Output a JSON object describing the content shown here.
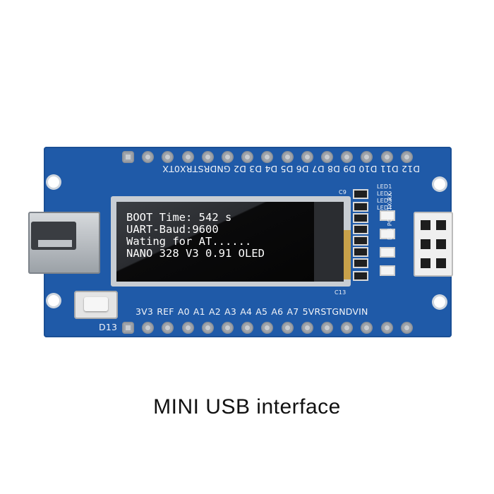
{
  "oled_lines": [
    "BOOT Time: 542 s",
    "UART-Baud:9600",
    "Wating for AT......",
    "NANO 328 V3 0.91 OLED"
  ],
  "top_pin_labels": [
    "D12",
    "D11",
    "D10",
    "D9",
    "D8",
    "D7",
    "D6",
    "D5",
    "D4",
    "D3",
    "D2",
    "GND",
    "RST",
    "RX0",
    "TX"
  ],
  "bottom_pin_labels": [
    "D13",
    "3V3",
    "REF",
    "A0",
    "A1",
    "A2",
    "A3",
    "A4",
    "A5",
    "A6",
    "A7",
    "5V",
    "RST",
    "GND",
    "VIN"
  ],
  "led_labels": [
    "LED1",
    "LED2",
    "LED3",
    "LED4"
  ],
  "component_labels": {
    "c9": "C9",
    "c13": "C13"
  },
  "header_labels": [
    "RX",
    "TX",
    "POW",
    "D13"
  ],
  "caption": "MINI USB interface",
  "colors": {
    "pcb": "#1f5aa8",
    "silkscreen": "#f2f4f8",
    "oled_text": "#ffffff"
  }
}
